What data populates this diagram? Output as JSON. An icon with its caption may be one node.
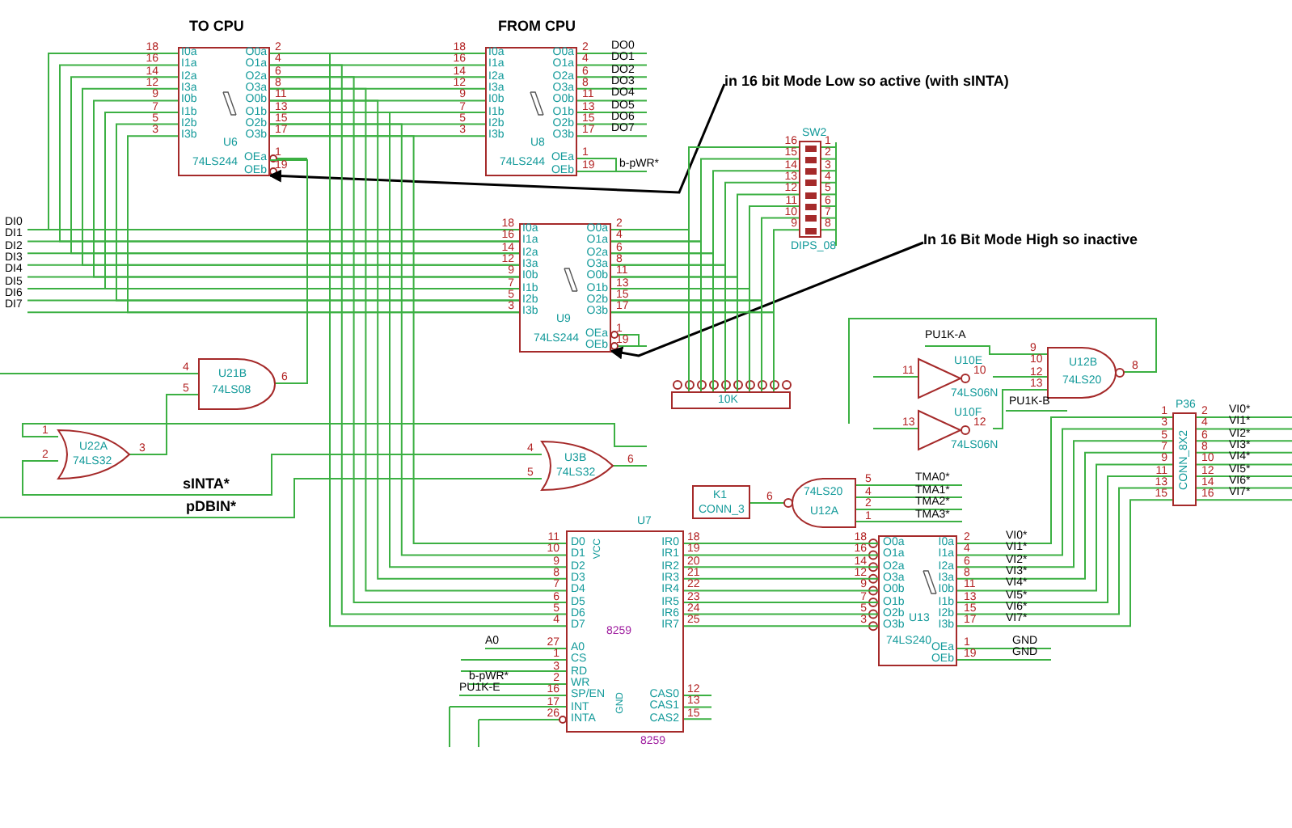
{
  "diagram": {
    "nodes": [
      {
        "text": [
          "U6",
          "74LS244"
        ]
      },
      {
        "text": [
          "U8",
          "74LS244"
        ]
      },
      {
        "text": [
          "in 16 bit Mode Low so active (with sINTA)"
        ]
      },
      {
        "text": [
          "U9",
          "74LS244"
        ]
      },
      {
        "text": [
          "In 16 Bit Mode High so inactive"
        ]
      },
      {
        "text": [
          "10K"
        ]
      },
      {
        "text": [
          "U21B",
          "74LS08"
        ]
      },
      {
        "text": [
          "U22A",
          "74LS32"
        ]
      },
      {
        "text": [
          "U3B",
          "74LS32"
        ]
      },
      {
        "text": [
          "U10E",
          "74LS06N"
        ]
      },
      {
        "text": [
          "U10F",
          "74LS06N"
        ]
      },
      {
        "text": [
          "U12B",
          "74LS20"
        ]
      },
      {
        "text": [
          "CONN_8X2"
        ]
      },
      {
        "text": [
          "74LS20",
          "U12A"
        ]
      },
      {
        "text": [
          "K1",
          "CONN_3"
        ]
      },
      {
        "text": [
          "8259"
        ]
      },
      {
        "text": [
          "U13",
          "74LS240"
        ]
      },
      {
        "text": [],
        "shape": "box"
      },
      {
        "text": [
          "DI0"
        ]
      },
      {
        "text": [
          "DI1"
        ]
      },
      {
        "text": [
          "DI2"
        ]
      },
      {
        "text": [
          "DI3"
        ]
      },
      {
        "text": [
          "DI4"
        ]
      },
      {
        "text": [
          "DI5"
        ]
      },
      {
        "text": [
          "DI6"
        ]
      },
      {
        "text": [
          "DI7"
        ]
      }
    ],
    "edges": [
      {
        "from": 2,
        "to": 0,
        "arrow": "to",
        "color": "#000000"
      },
      {
        "from": 4,
        "to": 3,
        "arrow": "to",
        "color": "#000000"
      },
      {
        "from": 7,
        "to": 6,
        "arrow": "none"
      },
      {
        "from": 6,
        "to": 0,
        "arrow": "none"
      },
      {
        "from": 9,
        "to": 11,
        "arrow": "none"
      },
      {
        "from": 15,
        "to": 16,
        "arrow": "none"
      },
      {
        "from": 15,
        "to": 16,
        "arrow": "none"
      },
      {
        "from": 15,
        "to": 16,
        "arrow": "none"
      },
      {
        "from": 15,
        "to": 16,
        "arrow": "none"
      },
      {
        "from": 15,
        "to": 16,
        "arrow": "none"
      },
      {
        "from": 15,
        "to": 16,
        "arrow": "none"
      },
      {
        "from": 15,
        "to": 16,
        "arrow": "none"
      },
      {
        "from": 15,
        "to": 16,
        "arrow": "none"
      },
      {
        "from": 16,
        "to": 12,
        "arrow": "none"
      },
      {
        "from": 16,
        "to": 12,
        "arrow": "none"
      },
      {
        "from": 16,
        "to": 12,
        "arrow": "none"
      },
      {
        "from": 16,
        "to": 12,
        "arrow": "none"
      },
      {
        "from": 16,
        "to": 12,
        "arrow": "none"
      },
      {
        "from": 16,
        "to": 12,
        "arrow": "none"
      },
      {
        "from": 16,
        "to": 12,
        "arrow": "none"
      },
      {
        "from": 16,
        "to": 12,
        "arrow": "none"
      },
      {
        "from": 0,
        "to": 15,
        "arrow": "none"
      },
      {
        "from": 0,
        "to": 15,
        "arrow": "none"
      },
      {
        "from": 0,
        "to": 15,
        "arrow": "none"
      },
      {
        "from": 0,
        "to": 15,
        "arrow": "none"
      },
      {
        "from": 0,
        "to": 15,
        "arrow": "none"
      },
      {
        "from": 0,
        "to": 15,
        "arrow": "none"
      },
      {
        "from": 0,
        "to": 15,
        "arrow": "none"
      },
      {
        "from": 0,
        "to": 15,
        "arrow": "none"
      },
      {
        "from": 0,
        "to": 1,
        "arrow": "none"
      },
      {
        "from": 0,
        "to": 1,
        "arrow": "none"
      },
      {
        "from": 0,
        "to": 1,
        "arrow": "none"
      },
      {
        "from": 0,
        "to": 1,
        "arrow": "none"
      },
      {
        "from": 0,
        "to": 1,
        "arrow": "none"
      },
      {
        "from": 0,
        "to": 1,
        "arrow": "none"
      },
      {
        "from": 0,
        "to": 1,
        "arrow": "none"
      },
      {
        "from": 0,
        "to": 1,
        "arrow": "none"
      },
      {
        "from": 0,
        "to": 3,
        "arrow": "none"
      },
      {
        "from": 0,
        "to": 3,
        "arrow": "none"
      },
      {
        "from": 0,
        "to": 3,
        "arrow": "none"
      },
      {
        "from": 0,
        "to": 3,
        "arrow": "none"
      },
      {
        "from": 0,
        "to": 3,
        "arrow": "none"
      },
      {
        "from": 0,
        "to": 3,
        "arrow": "none"
      },
      {
        "from": 0,
        "to": 3,
        "arrow": "none"
      },
      {
        "from": 0,
        "to": 3,
        "arrow": "none"
      },
      {
        "from": 18,
        "to": 3,
        "arrow": "none"
      },
      {
        "from": 19,
        "to": 3,
        "arrow": "none"
      },
      {
        "from": 20,
        "to": 3,
        "arrow": "none"
      },
      {
        "from": 21,
        "to": 3,
        "arrow": "none"
      },
      {
        "from": 22,
        "to": 3,
        "arrow": "none"
      },
      {
        "from": 23,
        "to": 3,
        "arrow": "none"
      },
      {
        "from": 24,
        "to": 3,
        "arrow": "none"
      },
      {
        "from": 25,
        "to": 3,
        "arrow": "none"
      },
      {
        "from": 3,
        "to": 5,
        "arrow": "none"
      },
      {
        "from": 3,
        "to": 5,
        "arrow": "none"
      },
      {
        "from": 3,
        "to": 5,
        "arrow": "none"
      },
      {
        "from": 3,
        "to": 5,
        "arrow": "none"
      },
      {
        "from": 3,
        "to": 5,
        "arrow": "none"
      },
      {
        "from": 3,
        "to": 5,
        "arrow": "none"
      },
      {
        "from": 3,
        "to": 5,
        "arrow": "none"
      },
      {
        "from": 3,
        "to": 5,
        "arrow": "none"
      },
      {
        "from": 3,
        "to": 17,
        "arrow": "none"
      },
      {
        "from": 3,
        "to": 17,
        "arrow": "none"
      },
      {
        "from": 3,
        "to": 17,
        "arrow": "none"
      },
      {
        "from": 3,
        "to": 17,
        "arrow": "none"
      },
      {
        "from": 3,
        "to": 17,
        "arrow": "none"
      },
      {
        "from": 3,
        "to": 17,
        "arrow": "none"
      },
      {
        "from": 3,
        "to": 17,
        "arrow": "none"
      },
      {
        "from": 3,
        "to": 17,
        "arrow": "none"
      },
      {
        "from": 7,
        "to": 8,
        "arrow": "none"
      },
      {
        "from": 7,
        "to": null,
        "arrow": "none"
      },
      {
        "from": null,
        "to": 8,
        "arrow": "none"
      },
      {
        "from": 13,
        "to": 14,
        "arrow": "none"
      },
      {
        "from": 10,
        "to": 11,
        "arrow": "none"
      }
    ],
    "labels": [
      "TO CPU",
      "FROM CPU",
      "18",
      "16",
      "14",
      "12",
      "9",
      "7",
      "5",
      "3",
      "I0a",
      "I1a",
      "I2a",
      "I3a",
      "I0b",
      "I1b",
      "I2b",
      "I3b",
      "O0a",
      "O1a",
      "O2a",
      "O3a",
      "O0b",
      "O1b",
      "O2b",
      "O3b",
      "2",
      "4",
      "6",
      "8",
      "11",
      "13",
      "15",
      "17",
      "OEa",
      "OEb",
      "1",
      "19",
      "18",
      "16",
      "14",
      "12",
      "9",
      "7",
      "5",
      "3",
      "I0a",
      "I1a",
      "I2a",
      "I3a",
      "I0b",
      "I1b",
      "I2b",
      "I3b",
      "O0a",
      "O1a",
      "O2a",
      "O3a",
      "O0b",
      "O1b",
      "O2b",
      "O3b",
      "2",
      "4",
      "6",
      "8",
      "11",
      "13",
      "15",
      "17",
      "OEa",
      "OEb",
      "1",
      "19",
      "DO0",
      "DO1",
      "DO2",
      "DO3",
      "DO4",
      "DO5",
      "DO6",
      "DO7",
      "b-pWR*",
      "18",
      "16",
      "14",
      "12",
      "9",
      "7",
      "5",
      "3",
      "I0a",
      "I1a",
      "I2a",
      "I3a",
      "I0b",
      "I1b",
      "I2b",
      "I3b",
      "O0a",
      "O1a",
      "O2a",
      "O3a",
      "O0b",
      "O1b",
      "O2b",
      "O3b",
      "2",
      "4",
      "6",
      "8",
      "11",
      "13",
      "15",
      "17",
      "OEa",
      "OEb",
      "1",
      "19",
      "SW2",
      "16",
      "15",
      "14",
      "13",
      "12",
      "11",
      "10",
      "9",
      "1",
      "2",
      "3",
      "4",
      "5",
      "6",
      "7",
      "8",
      "DIPS_08",
      "4",
      "5",
      "6",
      "1",
      "2",
      "3",
      "4",
      "5",
      "6",
      "sINTA*",
      "pDBIN*",
      "PU1K-A",
      "11",
      "10",
      "13",
      "12",
      "PU1K-B",
      "9",
      "10",
      "12",
      "13",
      "8",
      "5",
      "4",
      "2",
      "1",
      "6",
      "TMA0*",
      "TMA1*",
      "TMA2*",
      "TMA3*",
      "P36",
      "1",
      "3",
      "5",
      "7",
      "9",
      "11",
      "13",
      "15",
      "2",
      "4",
      "6",
      "8",
      "10",
      "12",
      "14",
      "16",
      "VI0*",
      "VI1*",
      "VI2*",
      "VI3*",
      "VI4*",
      "VI5*",
      "VI6*",
      "VI7*",
      "U7",
      "11",
      "10",
      "9",
      "8",
      "7",
      "6",
      "5",
      "4",
      "D0",
      "D1",
      "D2",
      "D3",
      "D4",
      "D5",
      "D6",
      "D7",
      "27",
      "1",
      "3",
      "2",
      "16",
      "17",
      "26",
      "A0",
      "CS",
      "RD",
      "WR",
      "SP/EN",
      "INT",
      "INTA",
      "IR0",
      "IR1",
      "IR2",
      "IR3",
      "IR4",
      "IR5",
      "IR6",
      "IR7",
      "18",
      "19",
      "20",
      "21",
      "22",
      "23",
      "24",
      "25",
      "CAS0",
      "CAS1",
      "CAS2",
      "12",
      "13",
      "15",
      "VCC",
      "GND",
      "8259",
      "A0",
      "b-pWR*",
      "PU1K-E",
      "18",
      "16",
      "14",
      "12",
      "9",
      "7",
      "5",
      "3",
      "O0a",
      "O1a",
      "O2a",
      "O3a",
      "O0b",
      "O1b",
      "O2b",
      "O3b",
      "I0a",
      "I1a",
      "I2a",
      "I3a",
      "I0b",
      "I1b",
      "I2b",
      "I3b",
      "2",
      "4",
      "6",
      "8",
      "11",
      "13",
      "15",
      "17",
      "VI0*",
      "VI1*",
      "VI2*",
      "VI3*",
      "VI4*",
      "VI5*",
      "VI6*",
      "VI7*",
      "OEa",
      "OEb",
      "1",
      "19",
      "GND",
      "GND"
    ]
  }
}
